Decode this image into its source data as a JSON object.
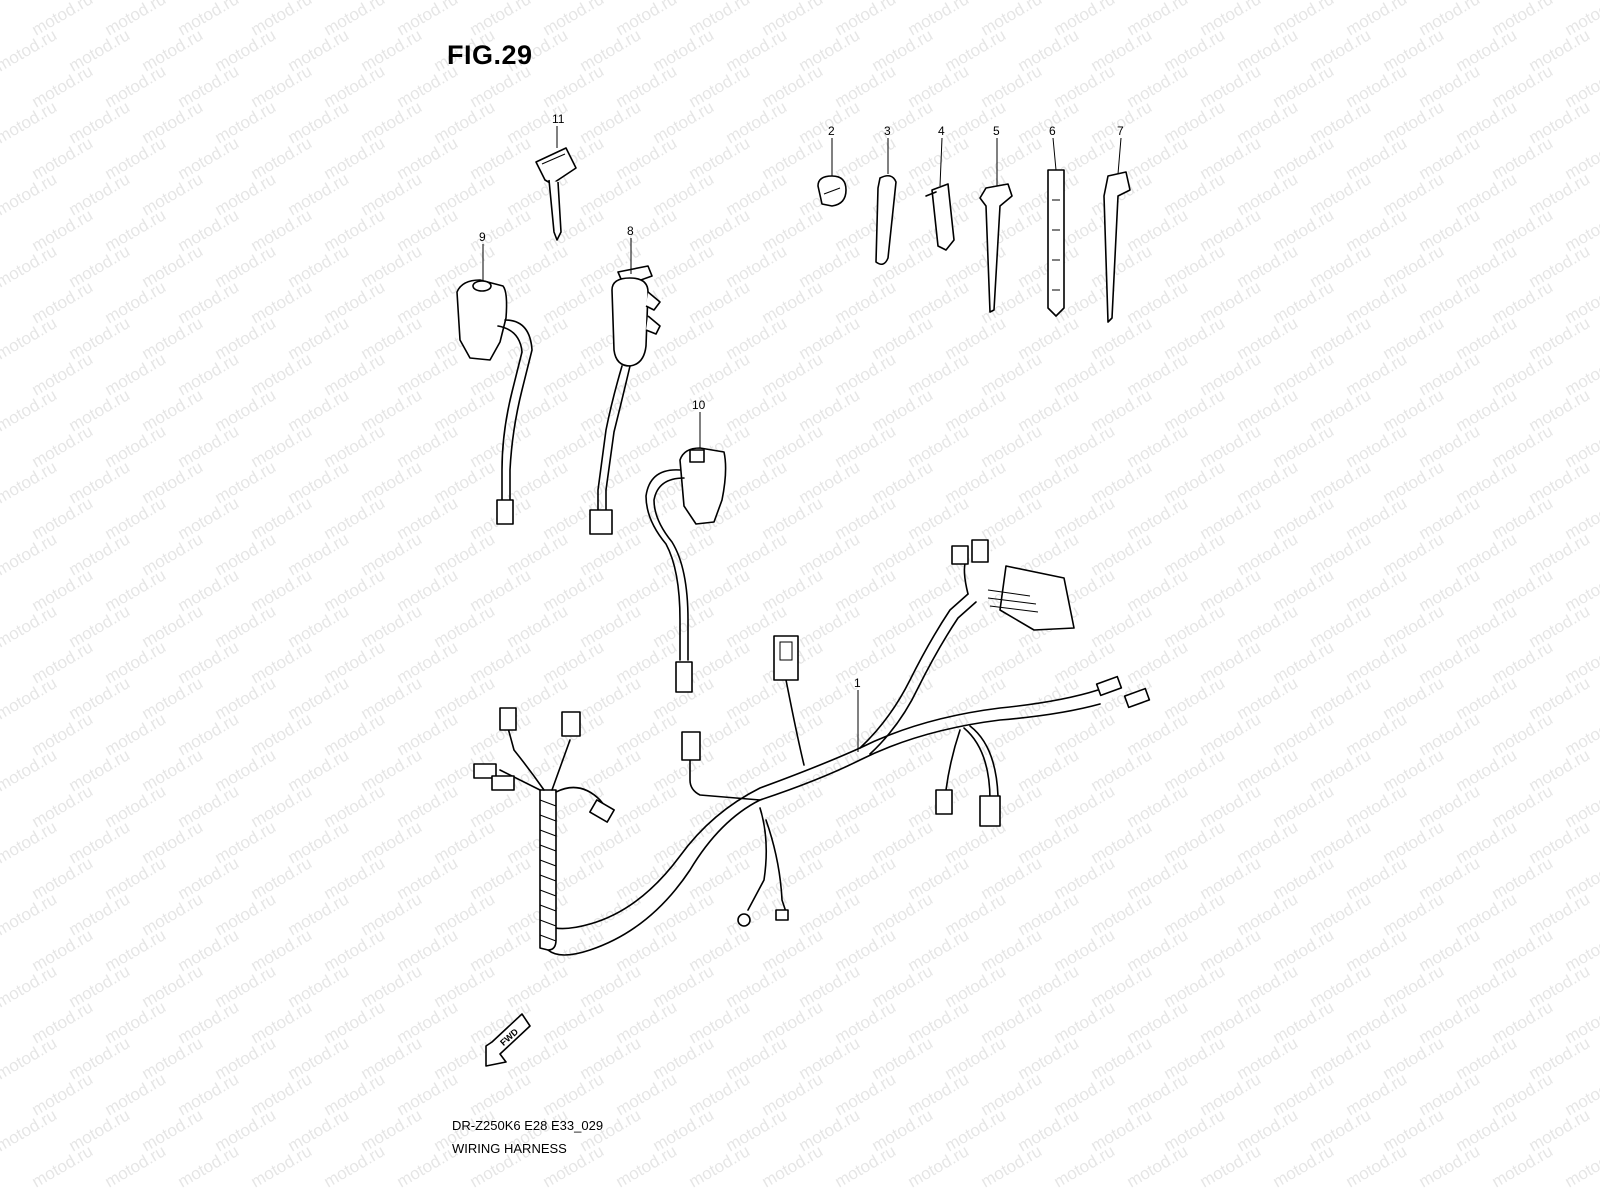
{
  "figure": {
    "title": "FIG.29",
    "code": "DR-Z250K6 E28 E33_029",
    "caption": "WIRING HARNESS",
    "fwd_label": "FWD"
  },
  "watermark": "motod.ru",
  "callouts": [
    "1",
    "2",
    "3",
    "4",
    "5",
    "6",
    "7",
    "8",
    "9",
    "10",
    "11"
  ]
}
